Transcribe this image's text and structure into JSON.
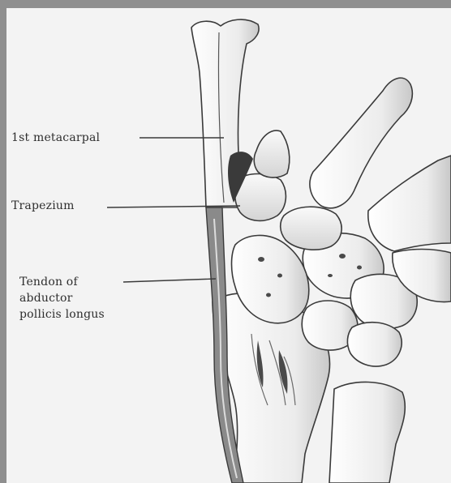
{
  "labels": {
    "first_metacarpal": "1st metacarpal",
    "trapezium": "Trapezium",
    "tendon_lines": [
      "Tendon of",
      "abductor",
      "pollicis longus"
    ]
  },
  "colors": {
    "frame": "#8f8f8f",
    "background": "#f3f3f3",
    "bone_fill": "#fafafa",
    "bone_shade": "#c9c9c9",
    "outline": "#3a3a3a",
    "tendon": "#6a6a6a"
  }
}
